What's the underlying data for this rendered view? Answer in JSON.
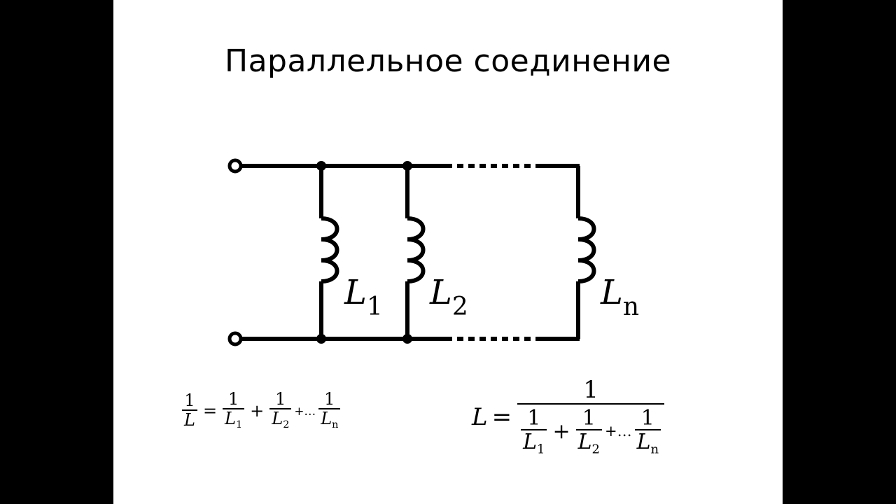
{
  "title": "Параллельное соединение",
  "labels": {
    "l1": {
      "sym": "L",
      "sub": "1"
    },
    "l2": {
      "sym": "L",
      "sub": "2"
    },
    "ln": {
      "sym": "L",
      "sub": "n"
    }
  },
  "formula1": {
    "one": "1",
    "L": "L",
    "eq": "=",
    "plus": "+",
    "dots": "+…",
    "sub1": "1",
    "sub2": "2",
    "subn": "n"
  },
  "formula2": {
    "L": "L",
    "eq": "=",
    "one": "1",
    "plus": "+",
    "dots": "+…",
    "sub1": "1",
    "sub2": "2",
    "subn": "n"
  }
}
